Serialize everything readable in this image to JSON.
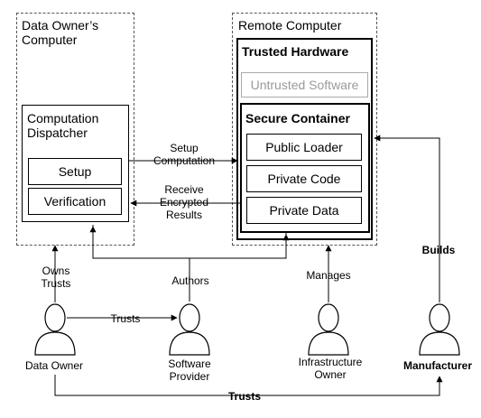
{
  "containers": {
    "data_owner_computer": "Data Owner’s\nComputer",
    "remote_computer": "Remote Computer",
    "trusted_hardware": "Trusted Hardware",
    "untrusted_software": "Untrusted Software",
    "secure_container": "Secure Container"
  },
  "boxes": {
    "computation_dispatcher": "Computation\nDispatcher",
    "setup": "Setup",
    "verification": "Verification",
    "public_loader": "Public Loader",
    "private_code": "Private Code",
    "private_data": "Private Data"
  },
  "edge_labels": {
    "setup_computation": "Setup\nComputation",
    "receive_encrypted_results": "Receive\nEncrypted\nResults",
    "owns_trusts": "Owns\nTrusts",
    "authors": "Authors",
    "manages": "Manages",
    "builds": "Builds",
    "trusts_owner_provider": "Trusts",
    "trusts_owner_manufacturer": "Trusts"
  },
  "actors": {
    "data_owner": "Data Owner",
    "software_provider": "Software\nProvider",
    "infrastructure_owner": "Infrastructure\nOwner",
    "manufacturer": "Manufacturer"
  }
}
